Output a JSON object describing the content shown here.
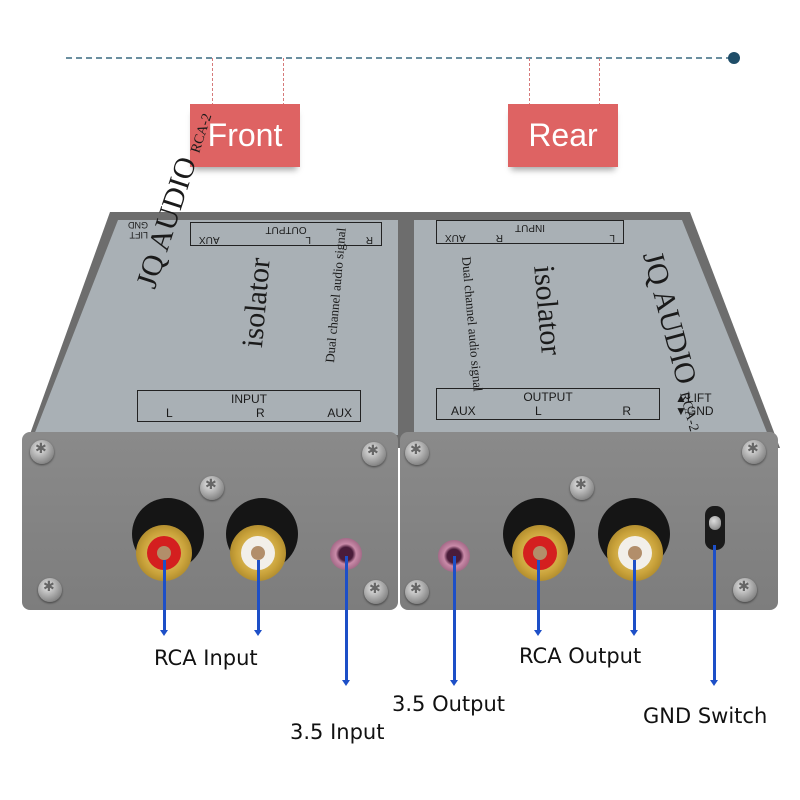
{
  "header": {
    "tags": [
      {
        "label": "Front"
      },
      {
        "label": "Rear"
      }
    ],
    "colors": {
      "tag": "#de6363",
      "timeline": "#6a8fa0",
      "dot": "#1f4d68",
      "arrow": "#1d4fc7"
    }
  },
  "front_unit": {
    "brand": "JQ AUDIO",
    "model": "RCA-2",
    "product": "isolator",
    "tagline": "Dual channel audio signal",
    "top_box": {
      "title": "OUTPUT",
      "labels": [
        "AUX",
        "L",
        "R"
      ]
    },
    "bottom_box": {
      "title": "INPUT",
      "labels": [
        "L",
        "R",
        "AUX"
      ]
    },
    "switch_labels": [
      "LIFT",
      "GND"
    ]
  },
  "rear_unit": {
    "brand": "JQ AUDIO",
    "model": "RCA-2",
    "product": "isolator",
    "tagline": "Dual channel audio signal",
    "top_box": {
      "title": "INPUT",
      "labels": [
        "L",
        "R",
        "AUX"
      ]
    },
    "bottom_box": {
      "title": "OUTPUT",
      "labels": [
        "AUX",
        "L",
        "R"
      ]
    },
    "switch_labels": [
      "LIFT",
      "GND"
    ]
  },
  "callouts": {
    "rca_input": "RCA Input",
    "input_35": "3.5 Input",
    "output_35": "3.5 Output",
    "rca_output": "RCA Output",
    "gnd_switch": "GND Switch"
  }
}
